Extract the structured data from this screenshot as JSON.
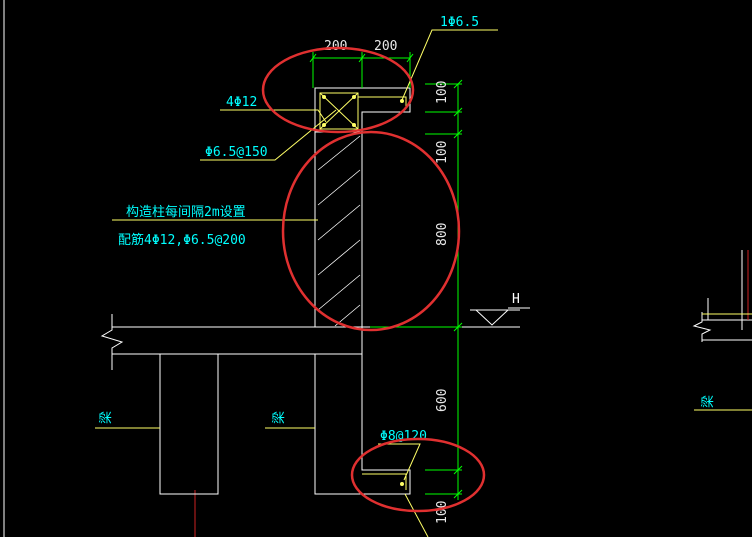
{
  "labels": {
    "top_bar": "1Φ6.5",
    "rebar_4": "4Φ12",
    "stirrup_150": "Φ6.5@150",
    "note_line1": "构造柱每间隔2m设置",
    "note_line2": "配筋4Φ12,Φ6.5@200",
    "bottom_rebar": "Φ8@120",
    "beam_left": "梁",
    "beam_mid": "梁",
    "beam_right": "梁",
    "level_mark": "H"
  },
  "dimensions": {
    "top_left": "200",
    "top_right": "200",
    "v_100_top": "100",
    "v_100_second": "100",
    "v_800": "800",
    "v_600": "600",
    "v_100_bottom": "100"
  },
  "colors": {
    "background": "#000000",
    "structure": "#ffffff",
    "annotation": "#00ffff",
    "leader": "#ffff66",
    "dimension": "#00ff00",
    "highlight": "#e03030",
    "axis": "#cc2222"
  }
}
